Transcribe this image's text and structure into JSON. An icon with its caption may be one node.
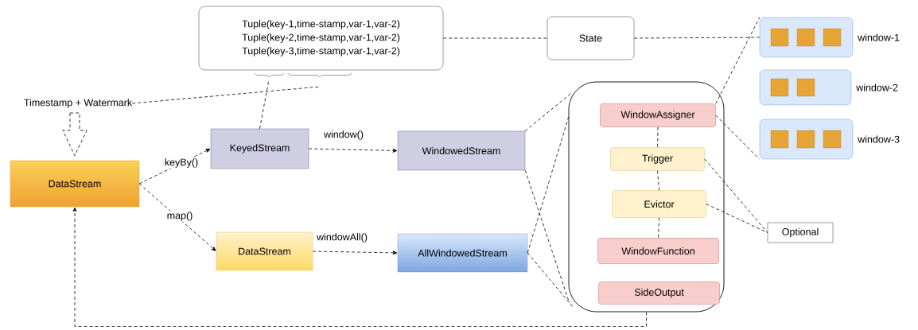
{
  "diagram": {
    "nodes": [
      {
        "text": [
          "Tuple(key-1,time-stamp,var-1,var-2)",
          "Tuple(key-2,time-stamp,var-1,var-2)",
          "Tuple(key-3,time-stamp,var-1,var-2)"
        ]
      },
      {
        "text": [
          "State"
        ]
      },
      {
        "text": [],
        "shape": "box",
        "beside": [
          "window-1"
        ]
      },
      {
        "text": [],
        "shape": "box",
        "beside": [
          "window-2"
        ]
      },
      {
        "text": [],
        "shape": "box",
        "beside": [
          "window-3"
        ]
      },
      {
        "text": [
          "Timestamp + Watermark"
        ]
      },
      {
        "text": [
          "DataStream"
        ]
      },
      {
        "text": [
          "KeyedStream"
        ]
      },
      {
        "text": [
          "WindowedStream"
        ]
      },
      {
        "text": [
          "DataStream"
        ]
      },
      {
        "text": [
          "AllWindowedStream"
        ]
      },
      {
        "text": [],
        "shape": "box"
      },
      {
        "text": [
          "WindowAssigner"
        ],
        "in": 11
      },
      {
        "text": [
          "Trigger"
        ],
        "in": 11
      },
      {
        "text": [
          "Evictor"
        ],
        "in": 11
      },
      {
        "text": [
          "WindowFunction"
        ],
        "in": 11
      },
      {
        "text": [
          "SideOutput"
        ],
        "in": 11
      },
      {
        "text": [
          "Optional"
        ]
      }
    ],
    "edges": [
      {
        "from": 6,
        "to": 7,
        "arrow": "to",
        "label": "keyBy()",
        "style": "dashed"
      },
      {
        "from": 6,
        "to": 9,
        "arrow": "to",
        "label": "map()",
        "style": "dashed"
      },
      {
        "from": 7,
        "to": 8,
        "arrow": "to",
        "label": "window()",
        "style": "dashed"
      },
      {
        "from": 9,
        "to": 10,
        "arrow": "to",
        "label": "windowAll()",
        "style": "dashed"
      },
      {
        "from": 11,
        "to": 6,
        "arrow": "to",
        "style": "dashed"
      },
      {
        "from": 0,
        "to": 1,
        "arrow": "none",
        "style": "dashed"
      },
      {
        "from": 1,
        "to": 2,
        "arrow": "none",
        "style": "dashed"
      },
      {
        "from": 12,
        "to": 2,
        "arrow": "none",
        "style": "dashed"
      },
      {
        "from": 12,
        "to": 4,
        "arrow": "none",
        "style": "dashed"
      },
      {
        "from": 12,
        "to": 13,
        "arrow": "none",
        "style": "dashed"
      },
      {
        "from": 13,
        "to": 14,
        "arrow": "none",
        "style": "dashed"
      },
      {
        "from": 14,
        "to": 15,
        "arrow": "none",
        "style": "dashed"
      },
      {
        "from": 13,
        "to": 17,
        "arrow": "none",
        "style": "dashed"
      },
      {
        "from": 14,
        "to": 17,
        "arrow": "none",
        "style": "dashed"
      },
      {
        "from": 8,
        "to": 11,
        "arrow": "none",
        "style": "dashed"
      },
      {
        "from": 8,
        "to": 11,
        "arrow": "none",
        "style": "dashed"
      },
      {
        "from": 10,
        "to": 11,
        "arrow": "none",
        "style": "dashed"
      },
      {
        "from": 10,
        "to": 11,
        "arrow": "none",
        "style": "dashed"
      },
      {
        "from": 5,
        "to": null,
        "arrow": "none",
        "style": "dashed"
      },
      {
        "from": 7,
        "to": 0,
        "arrow": "none",
        "style": "dashed"
      },
      {
        "from": 5,
        "to": 6,
        "arrow": "to",
        "style": "dashed"
      }
    ]
  }
}
